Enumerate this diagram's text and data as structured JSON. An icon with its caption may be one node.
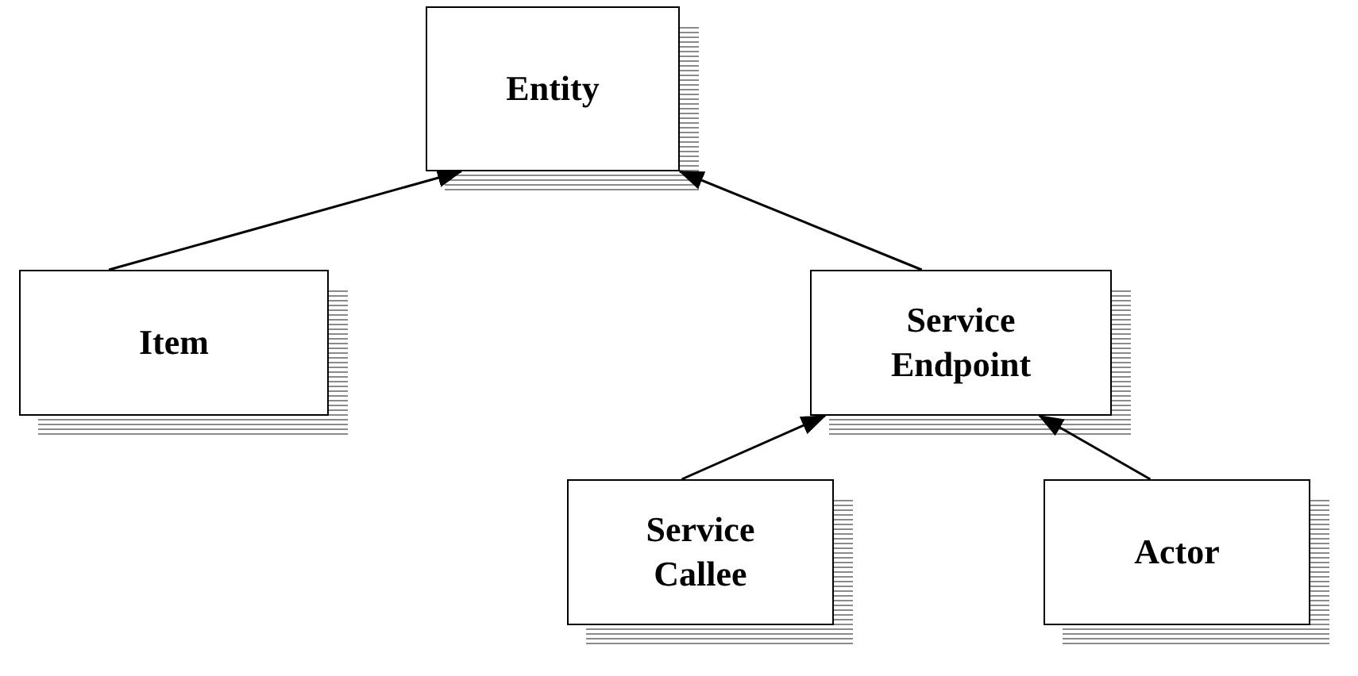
{
  "diagram": {
    "nodes": [
      {
        "text": [
          "Entity"
        ]
      },
      {
        "text": [
          "Item"
        ]
      },
      {
        "text": [
          "Service Endpoint"
        ]
      },
      {
        "text": [
          "Service Callee"
        ]
      },
      {
        "text": [
          "Actor"
        ]
      }
    ],
    "edges": [
      {
        "from": 1,
        "to": 0,
        "arrow": "to"
      },
      {
        "from": 2,
        "to": 0,
        "arrow": "to"
      },
      {
        "from": 3,
        "to": 2,
        "arrow": "to"
      },
      {
        "from": 4,
        "to": 2,
        "arrow": "to"
      }
    ]
  }
}
